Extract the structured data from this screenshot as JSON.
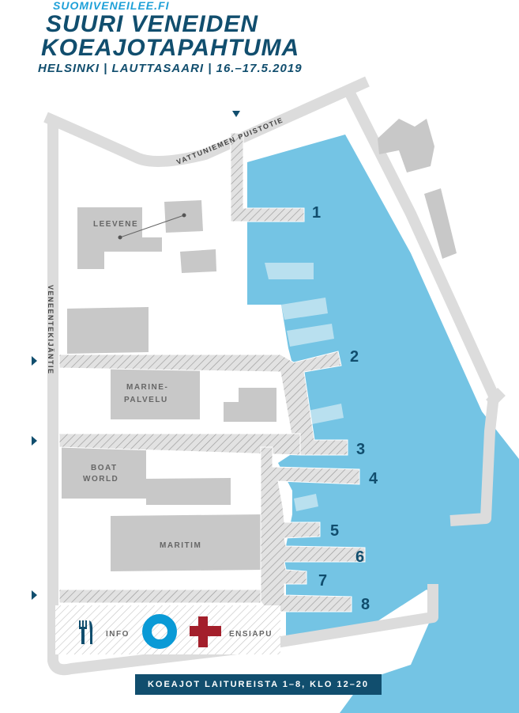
{
  "header": {
    "site": "SUOMIVENEILEE.FI",
    "title_line1": "SUURI VENEIDEN",
    "title_line2": "KOEAJOTAPAHTUMA",
    "subtitle": "HELSINKI | LAUTTASAARI | 16.–17.5.2019"
  },
  "roads": {
    "top": "VATTUNIEMEN PUISTOTIE",
    "left": "VENEENTEKIJÄNTIE"
  },
  "buildings": {
    "leevene": "LEEVENE",
    "marine_1": "MARINE-",
    "marine_2": "PALVELU",
    "boat_1": "BOAT",
    "boat_2": "WORLD",
    "maritim": "MARITIM"
  },
  "piers": [
    "1",
    "2",
    "3",
    "4",
    "5",
    "6",
    "7",
    "8"
  ],
  "legend": {
    "info": "INFO",
    "first_aid": "ENSIAPU"
  },
  "banner": "KOEAJOT LAITUREISTA 1–8, KLO 12–20",
  "colors": {
    "water": "#74c4e4",
    "navy": "#114e6e",
    "info": "#0a9ad6",
    "first_aid": "#a31f2b"
  }
}
